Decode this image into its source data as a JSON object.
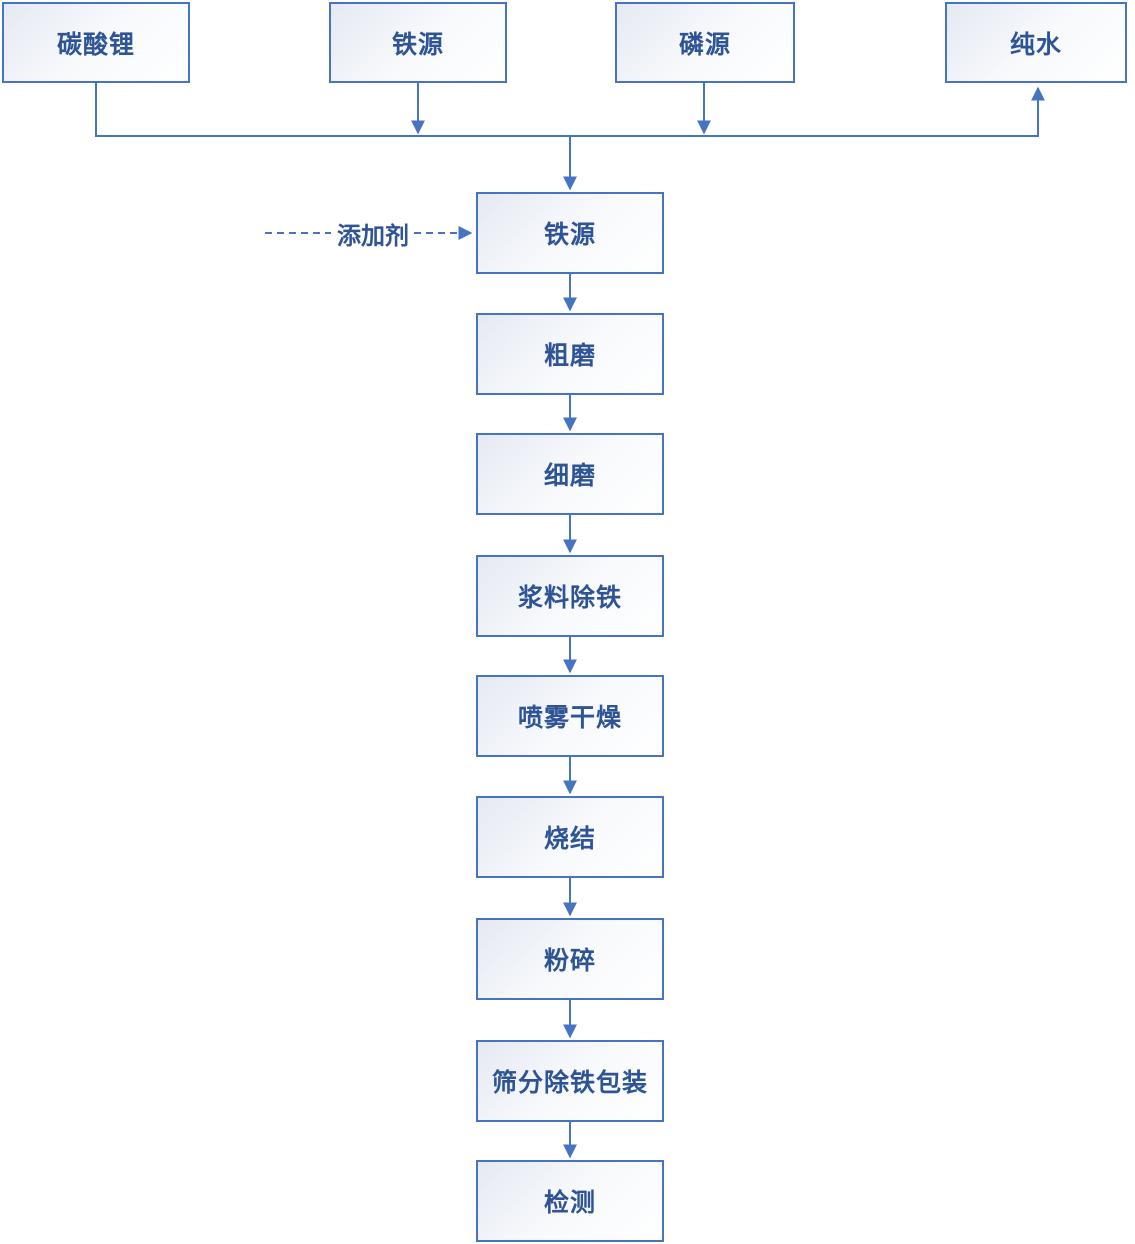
{
  "diagram": {
    "type": "flowchart",
    "language": "zh-CN",
    "colors": {
      "line": "#4673C2",
      "border": "#4673C2",
      "text": "#2F5496",
      "node_fill_start": "#E5E9F2",
      "node_fill_end": "#FFFFFF",
      "background": "#FFFFFF"
    },
    "sources": [
      {
        "label": "碳酸锂"
      },
      {
        "label": "铁源"
      },
      {
        "label": "磷源"
      },
      {
        "label": "纯水"
      }
    ],
    "additive": {
      "label": "添加剂",
      "arrow_style": "dashed"
    },
    "chain": [
      {
        "label": "铁源"
      },
      {
        "label": "粗磨"
      },
      {
        "label": "细磨"
      },
      {
        "label": "浆料除铁"
      },
      {
        "label": "喷雾干燥"
      },
      {
        "label": "烧结"
      },
      {
        "label": "粉碎"
      },
      {
        "label": "筛分除铁包装"
      },
      {
        "label": "检测"
      }
    ]
  }
}
